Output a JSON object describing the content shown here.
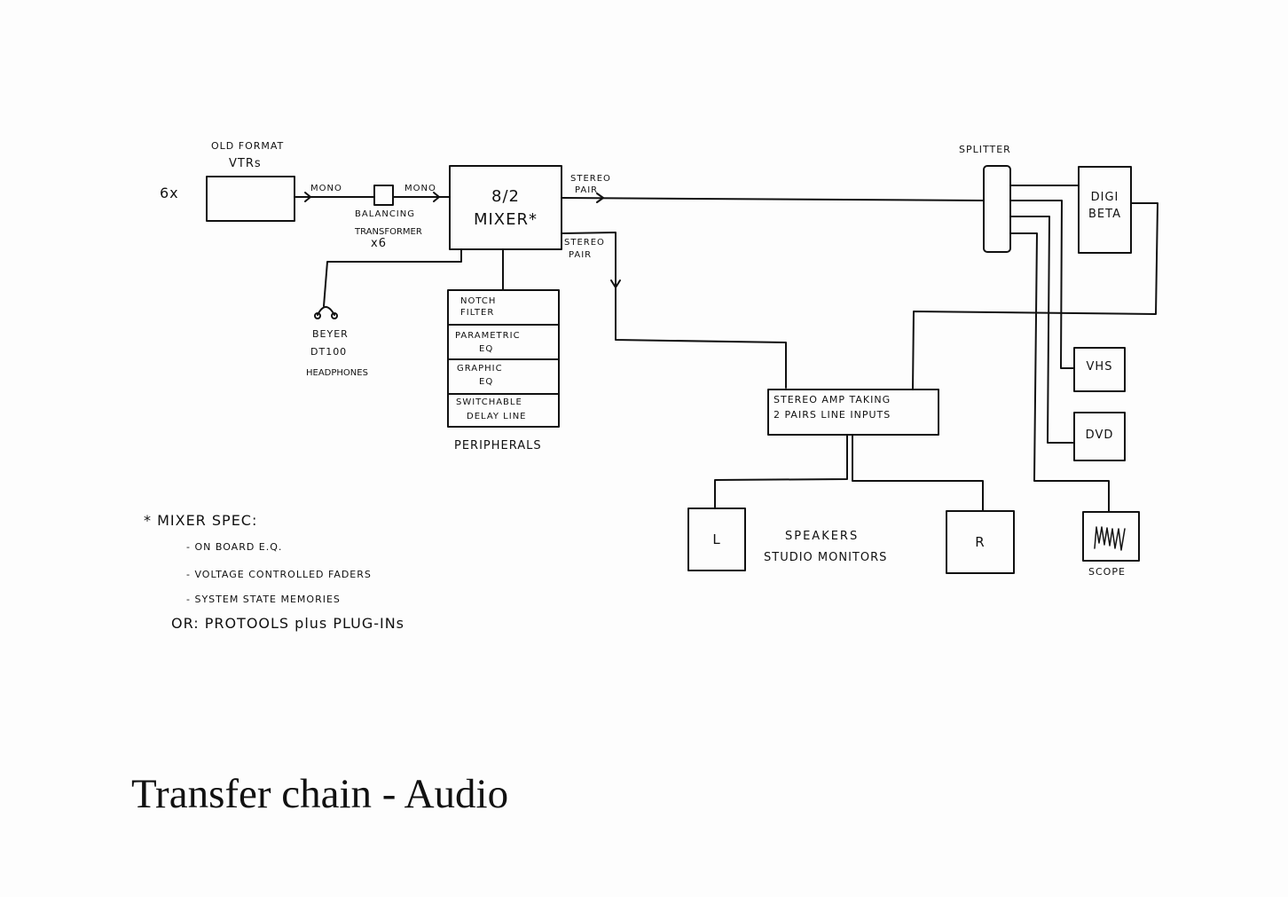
{
  "title": "Transfer chain - Audio",
  "nodes": {
    "source_count": "6x",
    "vtr_label_1": "OLD FORMAT",
    "vtr_label_2": "VTRs",
    "mono_1": "MONO",
    "mono_2": "MONO",
    "balancing_1": "BALANCING",
    "balancing_2": "TRANSFORMER",
    "balancing_3": "x6",
    "mixer_1": "8/2",
    "mixer_2": "MIXER*",
    "stereo_pair_out_1": "STEREO",
    "stereo_pair_out_2": "PAIR",
    "stereo_pair_mon_1": "STEREO",
    "stereo_pair_mon_2": "PAIR",
    "splitter": "SPLITTER",
    "digibeta_1": "DIGI",
    "digibeta_2": "BETA",
    "vhs": "VHS",
    "dvd": "DVD",
    "scope": "SCOPE",
    "headphones_1": "BEYER",
    "headphones_2": "DT100",
    "headphones_3": "HEADPHONES",
    "peripherals_title": "PERIPHERALS",
    "peripherals": [
      [
        "NOTCH",
        "FILTER"
      ],
      [
        "PARAMETRIC",
        "EQ"
      ],
      [
        "GRAPHIC",
        "EQ"
      ],
      [
        "SWITCHABLE",
        "DELAY LINE"
      ]
    ],
    "amp_1": "STEREO AMP TAKING",
    "amp_2": "2 PAIRS LINE INPUTS",
    "speaker_left": "L",
    "speaker_right": "R",
    "speakers_1": "SPEAKERS",
    "speakers_2": "STUDIO MONITORS"
  },
  "notes": {
    "heading": "* MIXER SPEC:",
    "items": [
      "- ON BOARD E.Q.",
      "- VOLTAGE CONTROLLED FADERS",
      "- SYSTEM STATE MEMORIES"
    ],
    "alternative": "OR: PROTOOLS plus PLUG-INs"
  }
}
